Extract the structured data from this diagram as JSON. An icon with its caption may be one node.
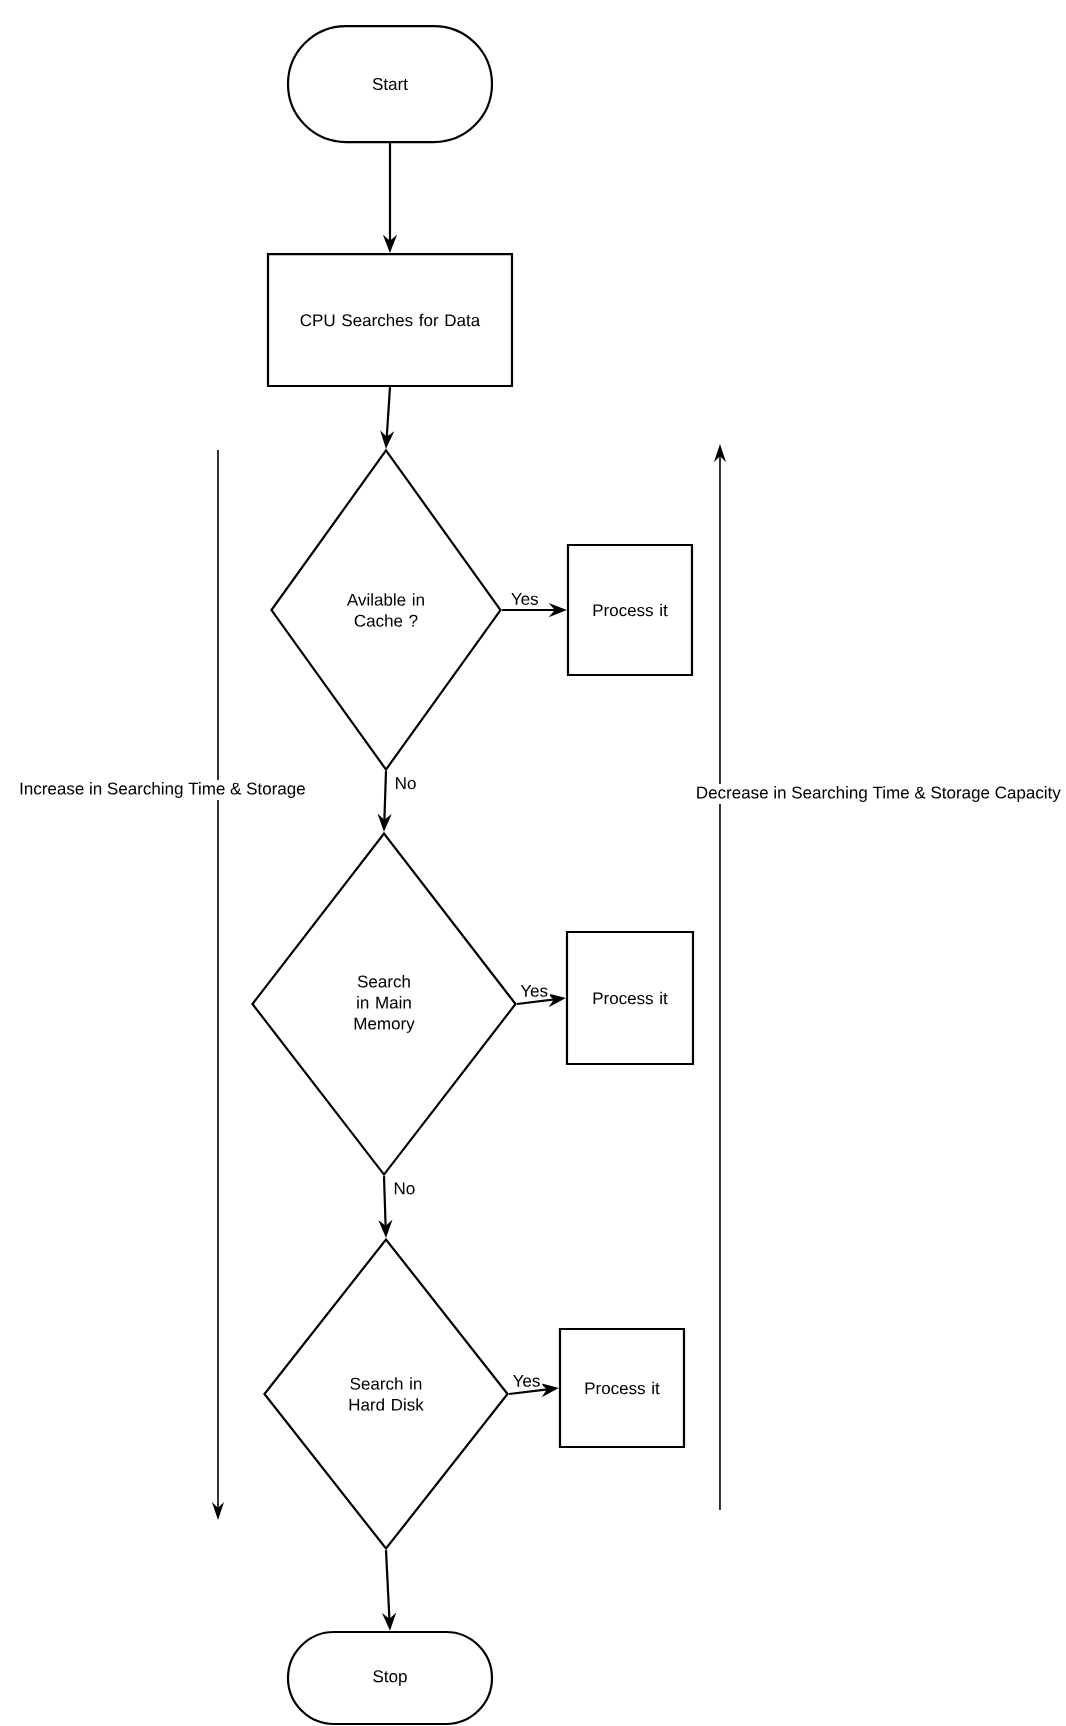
{
  "diagram": {
    "nodes": [
      {
        "text": [
          "Start"
        ]
      },
      {
        "text": [
          "CPU Searches for Data"
        ]
      },
      {
        "text": [
          "Avilable in Cache ?"
        ]
      },
      {
        "text": [
          "Process it"
        ]
      },
      {
        "text": [
          "Search in Main Memory"
        ]
      },
      {
        "text": [
          "Process it"
        ]
      },
      {
        "text": [
          "Search in Hard Disk"
        ]
      },
      {
        "text": [
          "Process it"
        ]
      },
      {
        "text": [
          "Stop"
        ]
      }
    ],
    "edges": [
      {
        "from": 0,
        "to": 1,
        "arrow": "to"
      },
      {
        "from": 1,
        "to": 2,
        "arrow": "to"
      },
      {
        "from": 2,
        "to": 3,
        "arrow": "to",
        "label": "Yes"
      },
      {
        "from": 2,
        "to": 4,
        "arrow": "to",
        "label": "No"
      },
      {
        "from": 4,
        "to": 5,
        "arrow": "to",
        "label": "Yes"
      },
      {
        "from": 4,
        "to": 6,
        "arrow": "to",
        "label": "No"
      },
      {
        "from": 6,
        "to": 7,
        "arrow": "to",
        "label": "Yes"
      },
      {
        "from": 6,
        "to": 8,
        "arrow": "to"
      }
    ],
    "labels": [
      "Increase in Searching Time & Storage",
      "Decrease in Searching Time & Storage Capacity"
    ]
  }
}
